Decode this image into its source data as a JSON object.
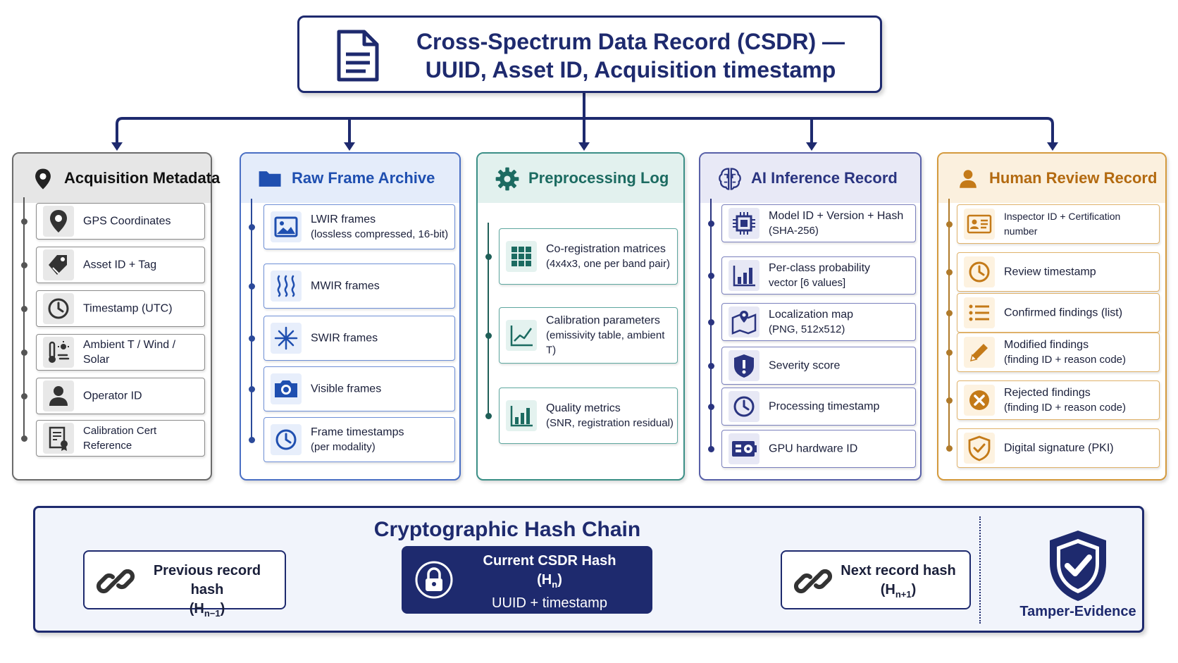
{
  "title": {
    "line1": "Cross-Spectrum Data Record (CSDR) —",
    "line2": "UUID, Asset ID, Acquisition timestamp"
  },
  "columns": [
    {
      "title": "Acquisition Metadata",
      "icon": "map-pin-icon",
      "color": "#6b6b6b",
      "items": [
        {
          "icon": "map-pin-icon",
          "label": "GPS Coordinates",
          "sub": ""
        },
        {
          "icon": "tag-icon",
          "label": "Asset ID + Tag",
          "sub": ""
        },
        {
          "icon": "clock-icon",
          "label": "Timestamp (UTC)",
          "sub": ""
        },
        {
          "icon": "weather-sensor-icon",
          "label": "Ambient T / Wind / Solar",
          "sub": ""
        },
        {
          "icon": "person-icon",
          "label": "Operator ID",
          "sub": ""
        },
        {
          "icon": "certificate-icon",
          "label": "Calibration Cert Reference",
          "sub": ""
        }
      ]
    },
    {
      "title": "Raw Frame Archive",
      "icon": "folder-icon",
      "color": "#1f4fb0",
      "items": [
        {
          "icon": "image-icon",
          "label": "LWIR frames",
          "sub": "(lossless compressed, 16-bit)"
        },
        {
          "icon": "heat-waves-icon",
          "label": "MWIR frames",
          "sub": ""
        },
        {
          "icon": "starburst-icon",
          "label": "SWIR frames",
          "sub": ""
        },
        {
          "icon": "camera-icon",
          "label": "Visible frames",
          "sub": ""
        },
        {
          "icon": "clock-icon",
          "label": "Frame timestamps",
          "sub": "(per modality)"
        }
      ]
    },
    {
      "title": "Preprocessing Log",
      "icon": "gear-icon",
      "color": "#1c6b61",
      "items": [
        {
          "icon": "grid-icon",
          "label": "Co-registration matrices",
          "sub": "(4x4x3, one per band pair)"
        },
        {
          "icon": "line-chart-icon",
          "label": "Calibration parameters",
          "sub": "(emissivity table, ambient T)"
        },
        {
          "icon": "bar-chart-icon",
          "label": "Quality metrics",
          "sub": "(SNR, registration residual)"
        }
      ]
    },
    {
      "title": "AI Inference Record",
      "icon": "brain-icon",
      "color": "#2a3480",
      "items": [
        {
          "icon": "chip-icon",
          "label": "Model ID + Version + Hash",
          "sub": "(SHA-256)"
        },
        {
          "icon": "bar-chart-icon",
          "label": "Per-class probability",
          "sub": "vector [6 values]"
        },
        {
          "icon": "map-icon",
          "label": "Localization map",
          "sub": "(PNG, 512x512)"
        },
        {
          "icon": "shield-alert-icon",
          "label": "Severity score",
          "sub": ""
        },
        {
          "icon": "clock-icon",
          "label": "Processing timestamp",
          "sub": ""
        },
        {
          "icon": "gpu-icon",
          "label": "GPU hardware ID",
          "sub": ""
        }
      ]
    },
    {
      "title": "Human Review Record",
      "icon": "person-icon",
      "color": "#b36a10",
      "items": [
        {
          "icon": "id-card-icon",
          "label": "Inspector ID + Certification number",
          "sub": ""
        },
        {
          "icon": "clock-icon",
          "label": "Review timestamp",
          "sub": ""
        },
        {
          "icon": "list-icon",
          "label": "Confirmed findings (list)",
          "sub": ""
        },
        {
          "icon": "pencil-icon",
          "label": "Modified findings",
          "sub": "(finding ID + reason code)"
        },
        {
          "icon": "reject-icon",
          "label": "Rejected findings",
          "sub": "(finding ID + reason code)"
        },
        {
          "icon": "shield-check-icon",
          "label": "Digital signature (PKI)",
          "sub": ""
        }
      ]
    }
  ],
  "hash_chain": {
    "title": "Cryptographic Hash Chain",
    "previous": {
      "label": "Previous record hash",
      "symbol": "H",
      "subscript": "n−1"
    },
    "current": {
      "label": "Current CSDR Hash",
      "symbol": "H",
      "subscript": "n",
      "detail": "UUID + timestamp"
    },
    "next": {
      "label": "Next record hash",
      "symbol": "H",
      "subscript": "n+1"
    },
    "tamper_label": "Tamper-Evidence"
  }
}
